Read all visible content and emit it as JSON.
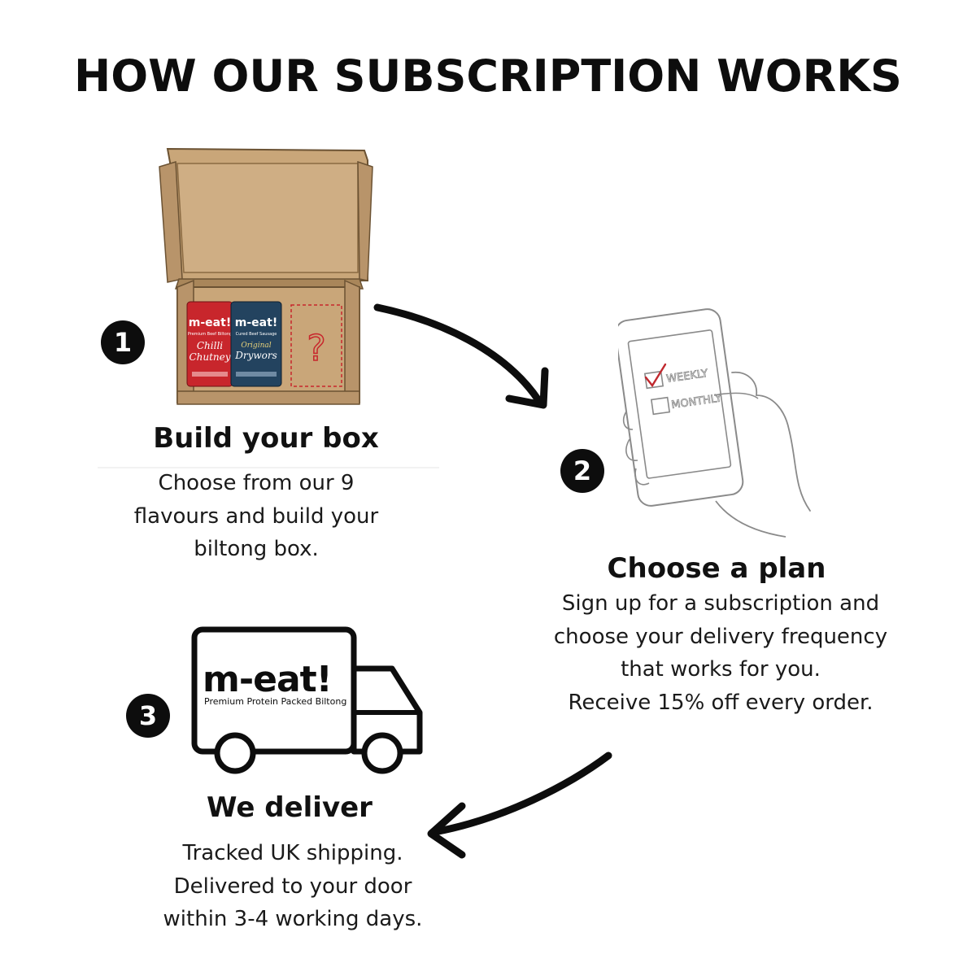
{
  "title": "HOW OUR SUBSCRIPTION WORKS",
  "steps": [
    {
      "number": "1",
      "heading": "Build your box",
      "lines": [
        "Choose from our 9",
        "flavours and build your",
        "biltong box."
      ]
    },
    {
      "number": "2",
      "heading": "Choose a plan",
      "lines": [
        "Sign up for a subscription and",
        "choose your delivery frequency",
        "that works for you.",
        "Receive 15% off every order."
      ]
    },
    {
      "number": "3",
      "heading": "We deliver",
      "lines": [
        "Tracked UK shipping.",
        "Delivered to your door",
        "within 3-4 working days."
      ]
    }
  ],
  "box_illustration": {
    "pouch_left_brand": "m-eat!",
    "pouch_left_line": "Premium Beef Biltong",
    "pouch_left_flavour_1": "Chilli",
    "pouch_left_flavour_2": "Chutney",
    "pouch_right_brand": "m-eat!",
    "pouch_right_line": "Cured Beef Sausage",
    "pouch_right_flavour_1": "Original",
    "pouch_right_flavour_2": "Drywors",
    "mystery_slot": "?"
  },
  "phone_illustration": {
    "option_weekly": "WEEKLY",
    "option_monthly": "MONTHLY"
  },
  "truck_illustration": {
    "brand": "m-eat!",
    "tagline": "Premium Protein Packed Biltong"
  },
  "colors": {
    "cardboard": "#c9a679",
    "cardboard_dark": "#a9865a",
    "pouch_red": "#c8262c",
    "pouch_blue": "#23435f",
    "check_red": "#c0282e",
    "ink": "#111111"
  }
}
